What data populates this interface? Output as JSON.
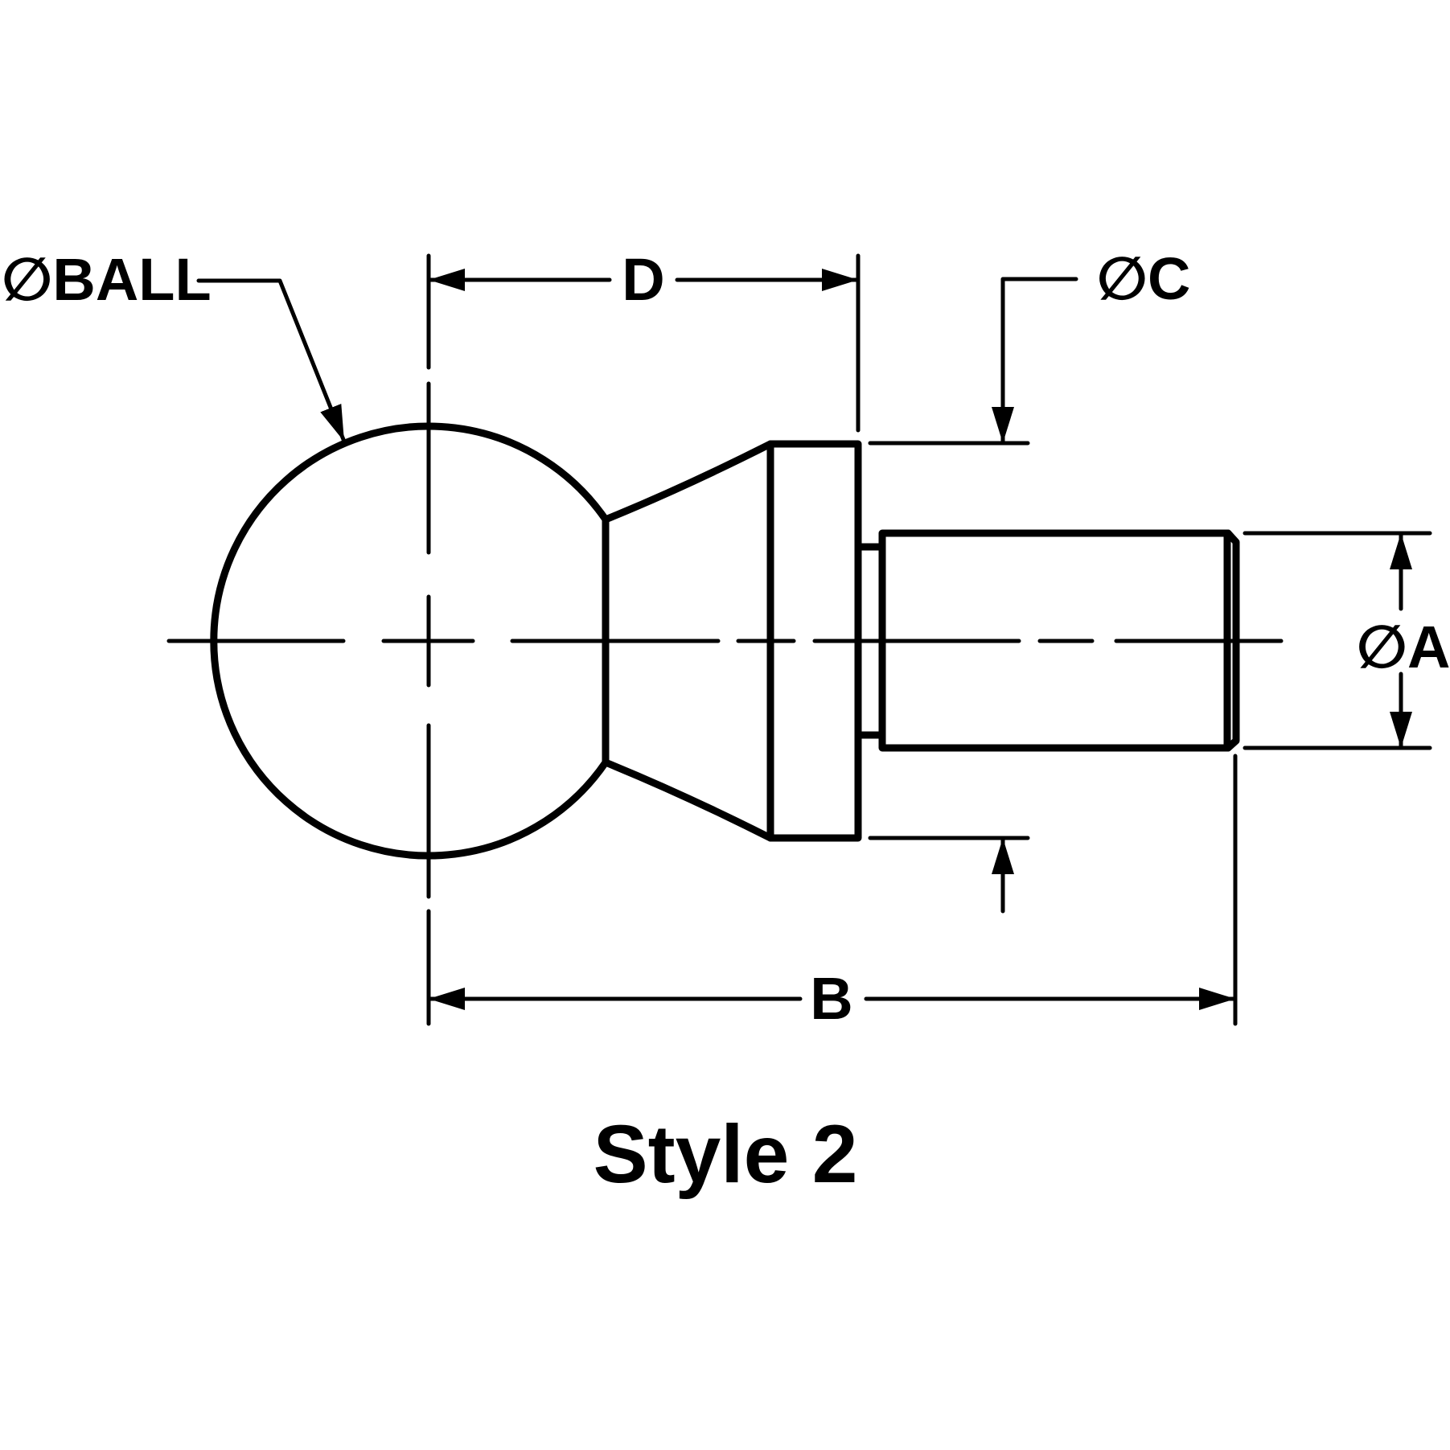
{
  "page": {
    "background": "#ffffff",
    "line_color": "#000000"
  },
  "title": {
    "text": "Style 2"
  },
  "dimensions": {
    "ball": {
      "label": "∅BALL"
    },
    "d": {
      "label": "D"
    },
    "c": {
      "label": "∅C"
    },
    "a": {
      "label": "∅A"
    },
    "b": {
      "label": "B"
    }
  }
}
